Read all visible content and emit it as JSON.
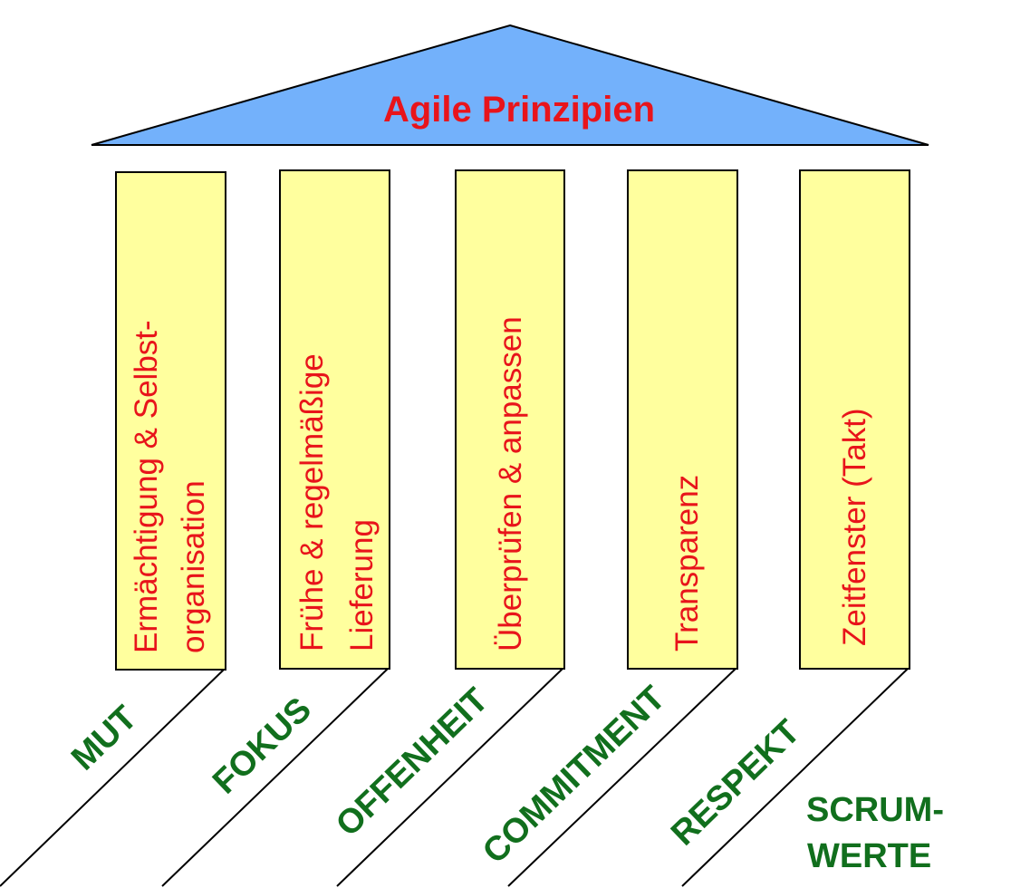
{
  "roof": {
    "title": "Agile Prinzipien",
    "fill": "#73b1fb"
  },
  "pillars": [
    {
      "lines": [
        "Ermächtigung & Selbst-",
        "organisation"
      ]
    },
    {
      "lines": [
        "Frühe & regelmäßige",
        "Lieferung"
      ]
    },
    {
      "lines": [
        "Überprüfen & anpassen"
      ]
    },
    {
      "lines": [
        "Transparenz"
      ]
    },
    {
      "lines": [
        "Zeitfenster (Takt)"
      ]
    }
  ],
  "pillar_fill": "#ffff9e",
  "values": [
    "MUT",
    "FOKUS",
    "OFFENHEIT",
    "COMMITMENT",
    "RESPEKT"
  ],
  "footer": {
    "line1": "SCRUM-",
    "line2": "WERTE"
  },
  "colors": {
    "principle_text": "#e8141b",
    "value_text": "#116f1d"
  }
}
